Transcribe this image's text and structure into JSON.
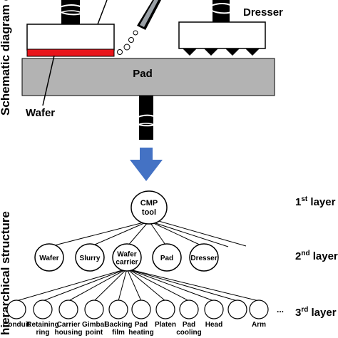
{
  "side_labels": {
    "top": "Schematic diagram of C",
    "bottom": "hierarchical structure"
  },
  "schematic": {
    "dresser_label": "Dresser",
    "pad_label": "Pad",
    "wafer_label": "Wafer"
  },
  "colors": {
    "pad_fill": "#b3b3b3",
    "wafer_fill": "#e8151b",
    "arrow_fill": "#4472c4",
    "stroke": "#000000"
  },
  "tree": {
    "root": {
      "line1": "CMP",
      "line2": "tool"
    },
    "layer2": [
      "Wafer",
      "Slurry",
      "Wafer carrier",
      "Pad",
      "Dresser"
    ],
    "layer3": [
      "Conduit",
      "Retaining ring",
      "Carrier housing",
      "Gimbal point",
      "Backing film",
      "Pad heating",
      "Platen",
      "Pad cooling",
      "Head",
      "Arm"
    ],
    "layer3_more": "...",
    "layer_labels": [
      {
        "base": "1",
        "sup": "st",
        "tail": " layer"
      },
      {
        "base": "2",
        "sup": "nd",
        "tail": " layer"
      },
      {
        "base": "3",
        "sup": "rd",
        "tail": " layer"
      }
    ],
    "layer2_lines": {
      "Wafer carrier": [
        "Wafer",
        "carrier"
      ]
    },
    "layer3_lines": [
      [
        "Conduit"
      ],
      [
        "Retaining",
        "ring"
      ],
      [
        "Carrier",
        "housing"
      ],
      [
        "Gimbal",
        "point"
      ],
      [
        "Backing",
        "film"
      ],
      [
        "Pad",
        "heating"
      ],
      [
        "Platen"
      ],
      [
        "Pad",
        "cooling"
      ],
      [
        "Head"
      ],
      [
        "Arm"
      ]
    ]
  }
}
